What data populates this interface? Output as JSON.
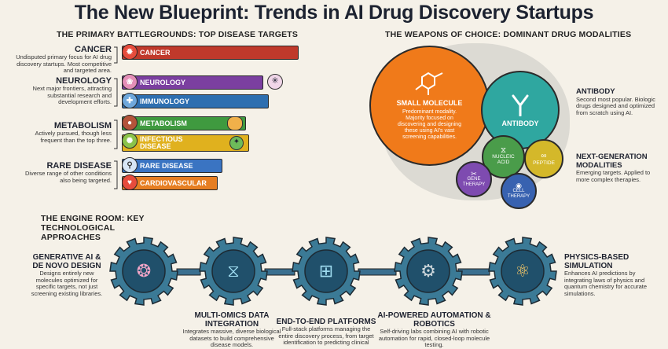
{
  "title": "The New Blueprint: Trends in AI Drug Discovery Startups",
  "battlegrounds": {
    "heading": "THE PRIMARY BATTLEGROUNDS: TOP DISEASE TARGETS",
    "groups": [
      {
        "name": "CANCER",
        "desc": "Undisputed primary focus for AI drug discovery startups. Most competitive and targeted area."
      },
      {
        "name": "NEUROLOGY",
        "desc": "Next major frontiers, attracting substantial research and development efforts."
      },
      {
        "name": "METABOLISM",
        "desc": "Actively pursued, though less frequent than the top three."
      },
      {
        "name": "RARE DISEASE",
        "desc": "Diverse range of other conditions also being targeted."
      }
    ],
    "bars": [
      {
        "label": "CANCER",
        "color": "#c0392b",
        "fill": 1.0
      },
      {
        "label": "NEUROLOGY",
        "color": "#7b3fa0",
        "fill": 0.8
      },
      {
        "label": "IMMUNOLOGY",
        "color": "#2e6fb0",
        "fill": 0.83
      },
      {
        "label": "METABOLISM",
        "color": "#3f9a3f",
        "fill": 0.7
      },
      {
        "label": "INFECTIOUS DISEASE",
        "color": "#e0b11e",
        "fill": 0.72
      },
      {
        "label": "RARE DISEASE",
        "color": "#3a74c2",
        "fill": 0.57
      },
      {
        "label": "CARDIOVASCULAR",
        "color": "#e67e22",
        "fill": 0.54
      }
    ]
  },
  "modalities": {
    "heading": "THE WEAPONS OF CHOICE: DOMINANT DRUG MODALITIES",
    "small_molecule": {
      "name": "SMALL MOLECULE",
      "desc": "Predominant modality. Majority focused on discovering and designing these using AI's vast screening capabilities."
    },
    "antibody": {
      "name": "ANTIBODY",
      "label": "ANTIBODY",
      "desc": "Second most popular. Biologic drugs designed and optimized from scratch using AI."
    },
    "nucleic_acid": "NUCLEIC ACID",
    "peptide": "PEPTIDE",
    "gene_therapy": "GENE THERAPY",
    "cell_therapy": "CELL THERAPY",
    "next_gen": {
      "name": "NEXT-GENERATION MODALITIES",
      "desc": "Emerging targets. Applied to more complex therapies."
    }
  },
  "engine": {
    "heading": "THE ENGINE ROOM: KEY TECHNOLOGICAL APPROACHES",
    "items": [
      {
        "name": "GENERATIVE AI & DE NOVO DESIGN",
        "desc": "Designs entirely new molecules optimized for specific targets, not just screening existing libraries.",
        "icon": "brain-dish-icon"
      },
      {
        "name": "MULTI-OMICS DATA INTEGRATION",
        "desc": "Integrates massive, diverse biological datasets to build comprehensive disease models.",
        "icon": "dna-icon"
      },
      {
        "name": "END-TO-END PLATFORMS",
        "desc": "Full-stack platforms managing the entire discovery process, from target identification to predicting clinical",
        "icon": "workflow-icon"
      },
      {
        "name": "AI-POWERED AUTOMATION & ROBOTICS",
        "desc": "Self-driving labs combining AI with robotic automation for rapid, closed-loop molecule testing.",
        "icon": "robot-arm-icon"
      },
      {
        "name": "PHYSICS-BASED SIMULATION",
        "desc": "Enhances AI predictions by integrating laws of physics and quantum chemistry for accurate simulations.",
        "icon": "atom-icon"
      }
    ]
  }
}
